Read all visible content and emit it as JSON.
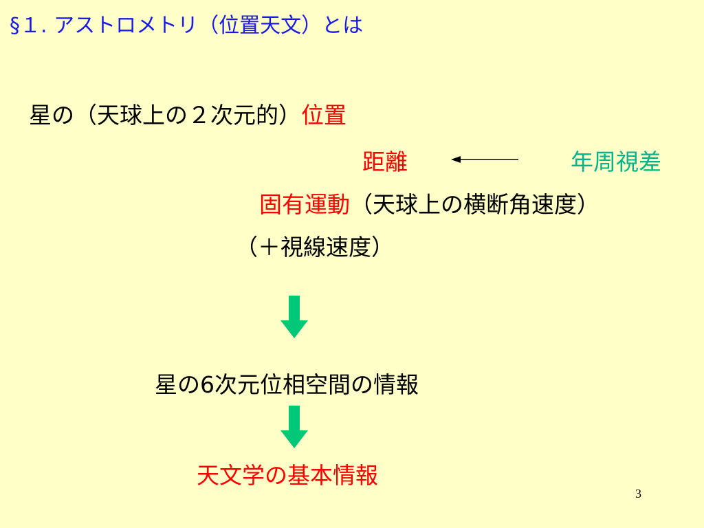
{
  "slide": {
    "title": "§１. アストロメトリ（位置天文）とは",
    "line1": {
      "text": "星の（天球上の２次元的）",
      "highlight": "位置"
    },
    "line2": {
      "distance": "距離",
      "parallax": "年周視差"
    },
    "line3": {
      "highlight": "固有運動",
      "text": "（天球上の横断角速度）"
    },
    "line4": {
      "text": "（＋視線速度）"
    },
    "line5": {
      "text": "星の6次元位相空間の情報"
    },
    "line6": {
      "text": "天文学の基本情報"
    },
    "page_number": "3"
  },
  "colors": {
    "background": "#ffffc8",
    "title": "#1a1ae6",
    "text": "#000000",
    "highlight_red": "#ff0000",
    "highlight_teal": "#00b38a",
    "arrow_green": "#00c878"
  },
  "icons": {
    "left_arrow": "left-arrow-icon",
    "down_arrow": "down-arrow-icon"
  }
}
